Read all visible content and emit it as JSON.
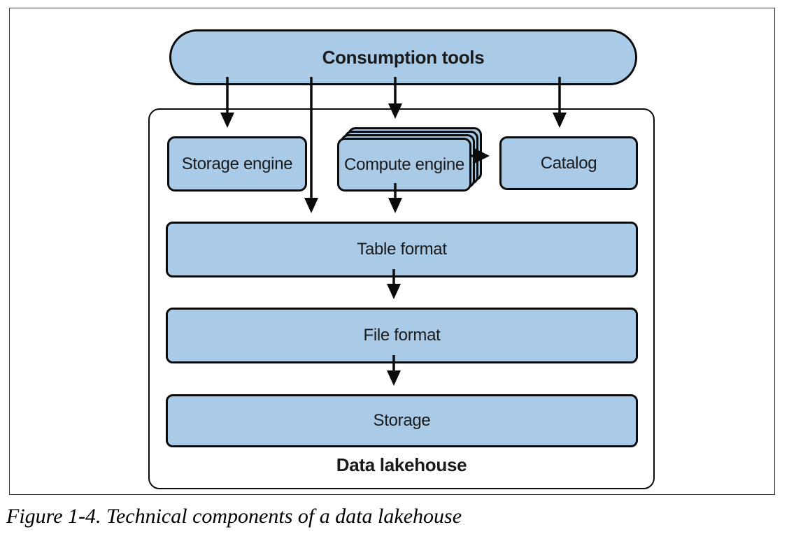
{
  "caption": "Figure 1-4. Technical components of a data lakehouse",
  "nodes": {
    "consumption_tools": "Consumption tools",
    "storage_engine": "Storage engine",
    "compute_engine": "Compute engine",
    "catalog": "Catalog",
    "table_format": "Table format",
    "file_format": "File format",
    "storage": "Storage",
    "lakehouse": "Data lakehouse"
  },
  "edges": [
    {
      "from": "consumption_tools",
      "to": "storage_engine"
    },
    {
      "from": "consumption_tools",
      "to": "table_format"
    },
    {
      "from": "consumption_tools",
      "to": "compute_engine"
    },
    {
      "from": "consumption_tools",
      "to": "catalog"
    },
    {
      "from": "compute_engine",
      "to": "catalog"
    },
    {
      "from": "compute_engine",
      "to": "table_format"
    },
    {
      "from": "table_format",
      "to": "file_format"
    },
    {
      "from": "file_format",
      "to": "storage"
    }
  ],
  "colors": {
    "node_fill": "#aacbe8",
    "node_border": "#0b0b0b",
    "frame_border": "#3c3c3c",
    "text": "#1a1a1a"
  }
}
